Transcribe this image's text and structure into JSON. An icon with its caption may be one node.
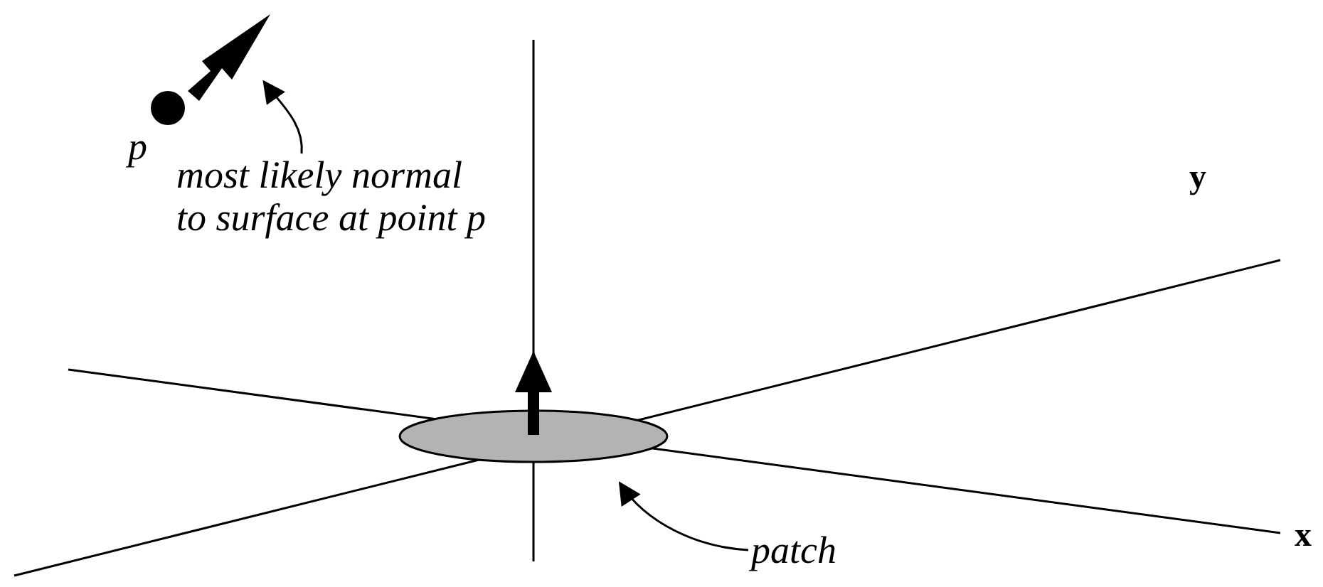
{
  "diagram": {
    "nodes": [
      {
        "text": [
          "most likely normal to surface at point p"
        ]
      },
      {
        "text": [],
        "shape": "arrow"
      },
      {
        "text": [
          "patch"
        ]
      },
      {
        "text": [],
        "shape": "ellipse"
      }
    ],
    "edges": [
      {
        "from": 0,
        "to": 1,
        "arrow": "to"
      },
      {
        "from": 2,
        "to": 3,
        "arrow": "to"
      }
    ],
    "labels": [
      "p",
      "y",
      "x"
    ]
  }
}
